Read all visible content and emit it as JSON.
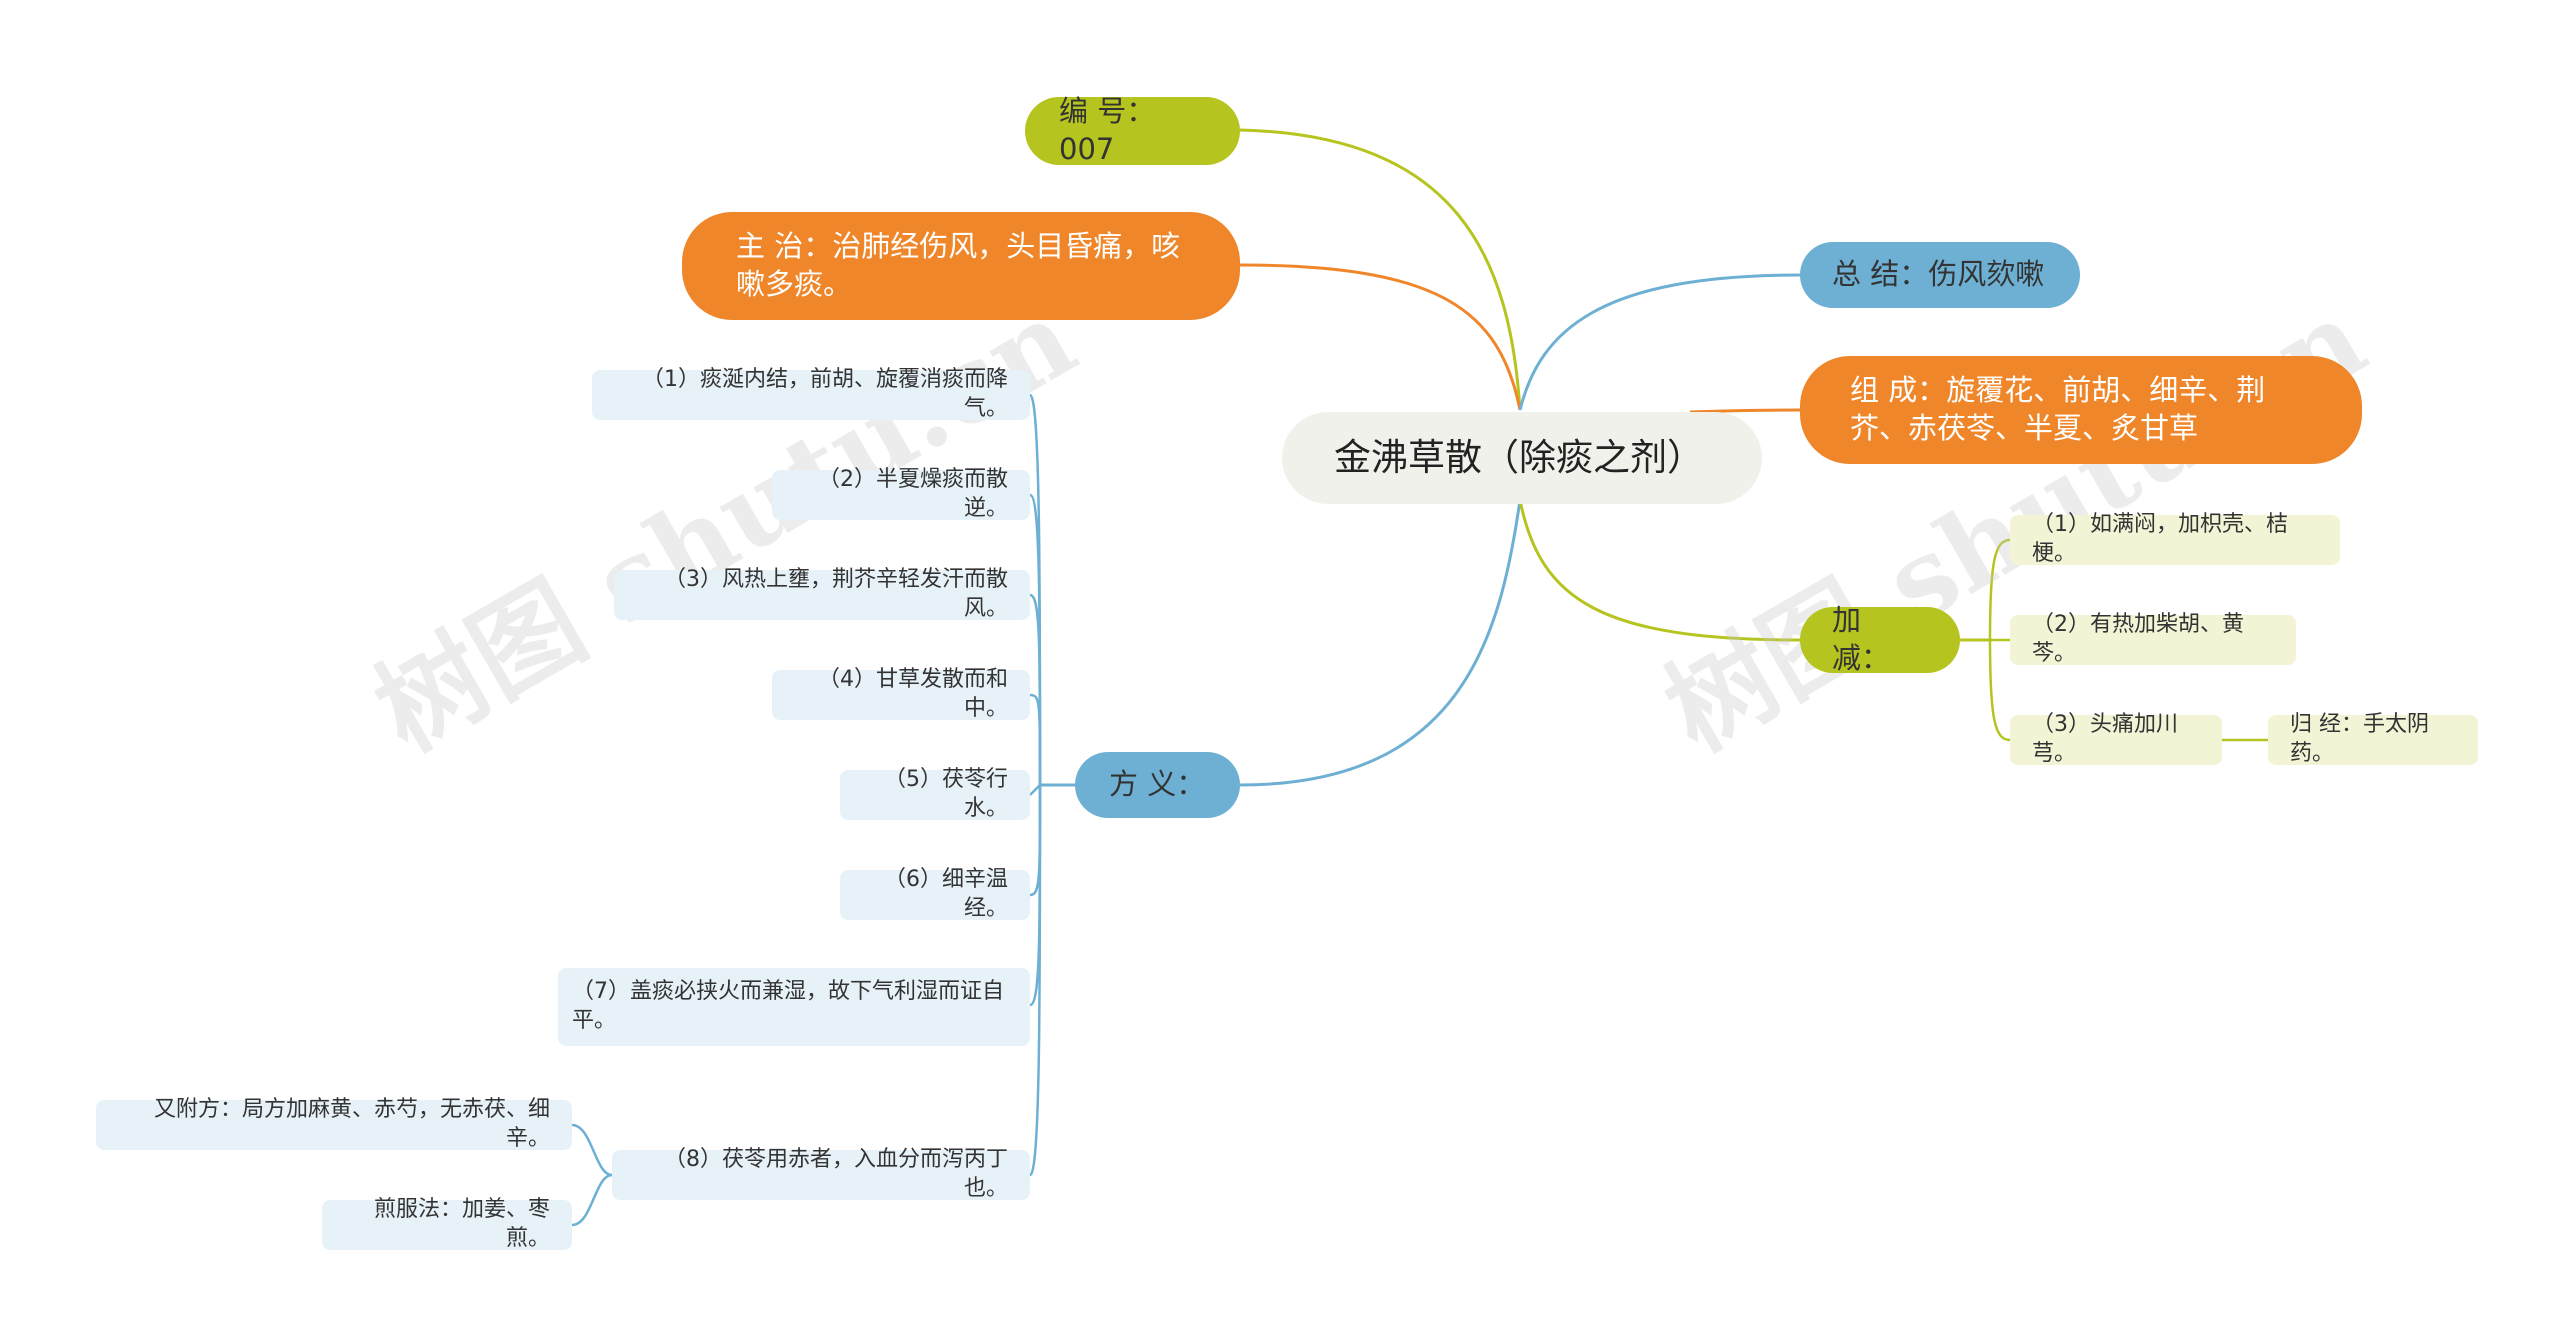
{
  "root": {
    "label": "金沸草散（除痰之剂）"
  },
  "left_branches": {
    "number": {
      "label": "编 号：007",
      "color": "#b5c41e"
    },
    "indication": {
      "label": "主 治：治肺经伤风，头目昏痛，咳嗽多痰。",
      "color": "#f0862a"
    },
    "explanation": {
      "label": "方 义：",
      "color": "#6db0d3",
      "items": [
        "（1）痰涎内结，前胡、旋覆消痰而降气。",
        "（2）半夏燥痰而散逆。",
        "（3）风热上壅，荆芥辛轻发汗而散风。",
        "（4）甘草发散而和中。",
        "（5）茯苓行水。",
        "（6）细辛温经。",
        "（7）盖痰必挟火而兼湿，故下气利湿而证自平。",
        "（8）茯苓用赤者，入血分而泻丙丁也。"
      ],
      "sub_items": [
        "又附方：局方加麻黄、赤芍，无赤茯、细辛。",
        "煎服法：加姜、枣煎。"
      ]
    }
  },
  "right_branches": {
    "summary": {
      "label": "总 结：伤风欬嗽",
      "color": "#6db0d3"
    },
    "composition": {
      "label": "组 成：旋覆花、前胡、细辛、荆芥、赤茯苓、半夏、炙甘草",
      "color": "#f0862a"
    },
    "modification": {
      "label": "加 减：",
      "color": "#b5c41e",
      "items": [
        "（1）如满闷，加枳壳、桔梗。",
        "（2）有热加柴胡、黄芩。",
        "（3）头痛加川芎。"
      ],
      "meridian": "归 经：手太阴药。"
    }
  },
  "watermark": "树图 shutu.cn"
}
